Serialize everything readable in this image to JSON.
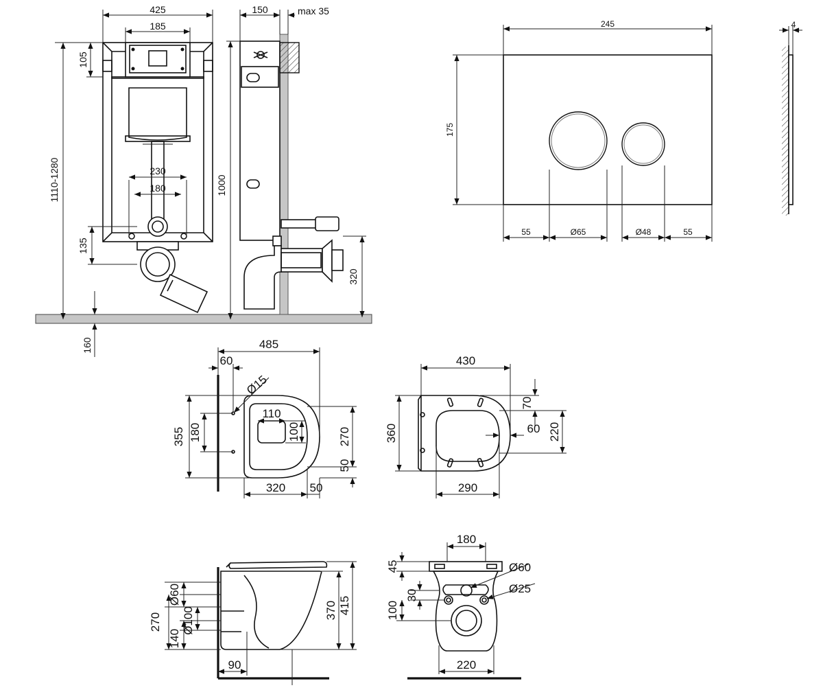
{
  "installation_frame_front": {
    "width": "425",
    "top_bracket_width": "185",
    "top_bracket_height": "105",
    "outlet_spacing_outer": "230",
    "outlet_spacing_inner": "180",
    "frame_height_range": "1110-1280",
    "outlet_height": "135",
    "floor_offset": "160"
  },
  "installation_frame_side": {
    "depth": "150",
    "wall_max": "max 35",
    "height": "1000",
    "drain_height": "320"
  },
  "flush_plate": {
    "width": "245",
    "height": "175",
    "thickness": "4",
    "left_margin": "55",
    "large_button": "Ø65",
    "small_button": "Ø48",
    "right_margin": "55"
  },
  "bowl_top": {
    "length": "485",
    "mount_offset": "60",
    "hole_diameter": "Ø15",
    "width_outer": "355",
    "hole_spacing": "180",
    "outlet_width": "110",
    "outlet_height": "100",
    "inner_width": "270",
    "rim_offset": "50",
    "base_length": "320",
    "tip_offset": "50"
  },
  "seat_top": {
    "length": "430",
    "hinge_offset": "70",
    "width": "360",
    "opening_offset": "60",
    "opening_width": "220",
    "opening_length": "290"
  },
  "bowl_side": {
    "inlet_diameter": "Ø60",
    "outlet_diameter": "Ø100",
    "inlet_height": "270",
    "outlet_height": "140",
    "bowl_height": "370",
    "total_height": "415",
    "back_offset": "90"
  },
  "bowl_rear": {
    "width_top": "180",
    "seat_height": "45",
    "inlet_diameter": "Ø60",
    "bolt_diameter": "Ø25",
    "bolt_offset": "30",
    "outlet_offset": "100",
    "base_width": "220"
  }
}
